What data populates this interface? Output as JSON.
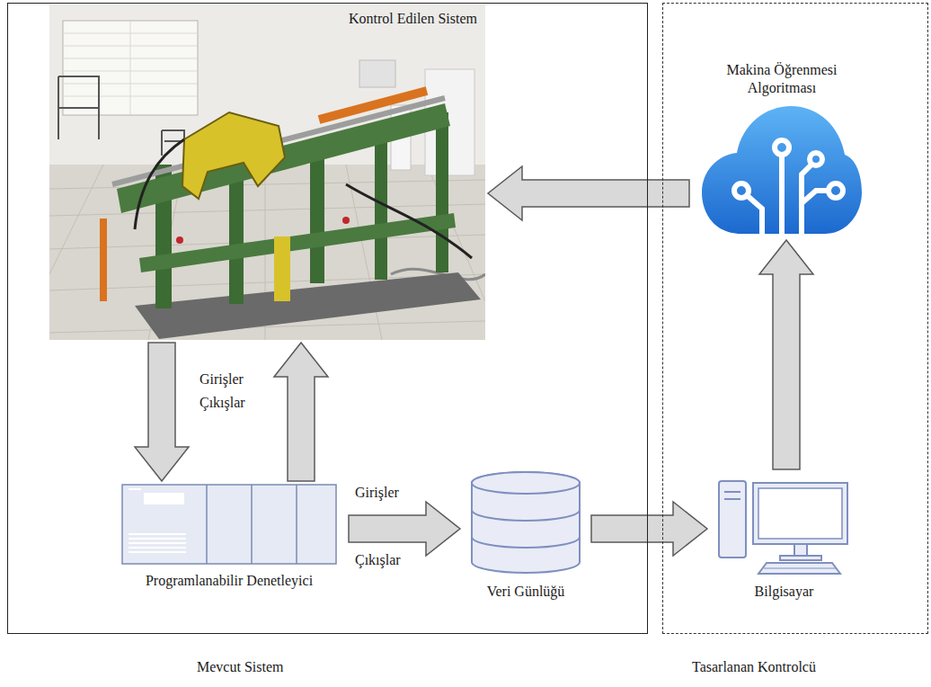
{
  "diagram": {
    "nodes": [
      {
        "text": [
          "Mevcut Sistem"
        ]
      },
      {
        "text": [
          "Kontrol Edilen Sistem"
        ],
        "in": 0
      },
      {
        "text": [
          "Programlanabilir Denetleyici"
        ],
        "in": 0
      },
      {
        "text": [
          "Veri Günlüğü"
        ],
        "in": 0
      },
      {
        "text": [
          "Tasarlanan Kontrolcü"
        ]
      },
      {
        "text": [
          "Makina Öğrenmesi Algoritması"
        ],
        "in": 4
      },
      {
        "text": [
          "Bilgisayar"
        ],
        "in": 4
      }
    ],
    "edges": [
      {
        "from": 1,
        "to": 2,
        "arrow": "to"
      },
      {
        "from": 2,
        "to": 1,
        "arrow": "to"
      },
      {
        "from": 2,
        "to": 3,
        "arrow": "to"
      },
      {
        "from": 3,
        "to": 6,
        "arrow": "to"
      },
      {
        "from": 6,
        "to": 5,
        "arrow": "to"
      },
      {
        "from": 5,
        "to": 1,
        "arrow": "to"
      }
    ],
    "labels": [
      "Girişler",
      "Çıkışlar",
      "Girişler",
      "Çıkışlar"
    ]
  }
}
